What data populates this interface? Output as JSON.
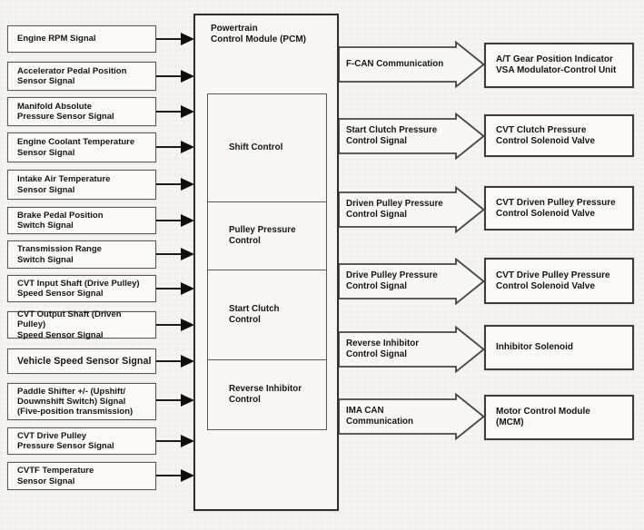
{
  "diagram": {
    "pcm": {
      "title": "Powertrain\nControl Module (PCM)",
      "sections": [
        {
          "label": "Shift Control"
        },
        {
          "label": "Pulley Pressure\nControl"
        },
        {
          "label": "Start Clutch\nControl"
        },
        {
          "label": "Reverse Inhibitor\nControl"
        }
      ]
    },
    "inputs": [
      {
        "label": "Engine RPM Signal"
      },
      {
        "label": "Accelerator Pedal Position\nSensor Signal"
      },
      {
        "label": "Manifold Absolute\nPressure Sensor Signal"
      },
      {
        "label": "Engine Coolant Temperature\nSensor Signal"
      },
      {
        "label": "Intake Air Temperature\nSensor Signal"
      },
      {
        "label": "Brake Pedal Position\nSwitch Signal"
      },
      {
        "label": "Transmission Range\nSwitch Signal"
      },
      {
        "label": "CVT Input Shaft (Drive Pulley)\nSpeed Sensor Signal"
      },
      {
        "label": "CVT Output Shaft (Driven Pulley)\nSpeed Sensor Signal"
      },
      {
        "label": "Vehicle Speed Sensor Signal"
      },
      {
        "label": "Paddle Shifter +/- (Upshift/\nDouwnshift Switch) Signal\n(Five-position transmission)"
      },
      {
        "label": "CVT Drive Pulley\nPressure Sensor Signal"
      },
      {
        "label": "CVTF Temperature\nSensor Signal"
      }
    ],
    "outputs": [
      {
        "signal": "F-CAN Communication",
        "target": "A/T Gear Position Indicator\nVSA Modulator-Control Unit"
      },
      {
        "signal": "Start Clutch Pressure\nControl Signal",
        "target": "CVT Clutch Pressure\nControl Solenoid Valve"
      },
      {
        "signal": "Driven Pulley Pressure\nControl Signal",
        "target": "CVT Driven Pulley Pressure\nControl Solenoid Valve"
      },
      {
        "signal": "Drive Pulley Pressure\nControl Signal",
        "target": "CVT Drive Pulley Pressure\nControl Solenoid Valve"
      },
      {
        "signal": "Reverse Inhibitor\nControl Signal",
        "target": "Inhibitor Solenoid"
      },
      {
        "signal": "IMA CAN Communication",
        "target": "Motor Control Module\n(MCM)"
      }
    ]
  },
  "colors": {
    "line": "#3c3c3c",
    "text": "#161616",
    "background": "#f5f4f0"
  }
}
